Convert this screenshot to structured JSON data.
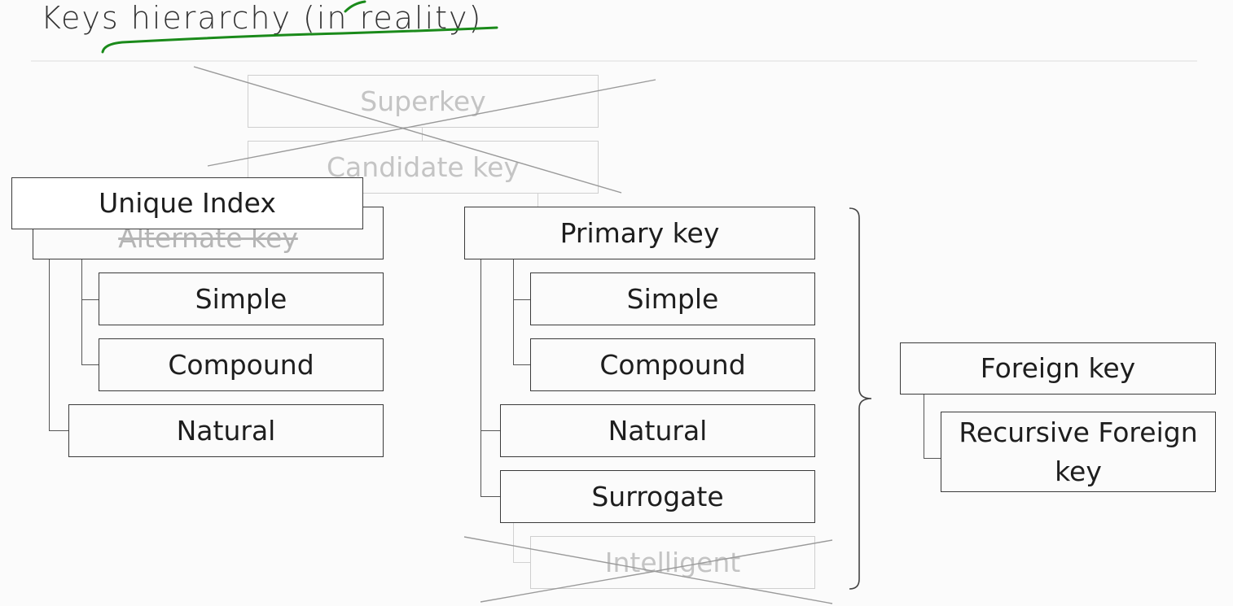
{
  "title": "Keys hierarchy (in reality)",
  "boxes": {
    "superkey": "Superkey",
    "candidate_key": "Candidate key",
    "unique_index": "Unique Index",
    "alternate_key": "Alternate key",
    "alt_simple": "Simple",
    "alt_compound": "Compound",
    "alt_natural": "Natural",
    "primary_key": "Primary key",
    "pk_simple": "Simple",
    "pk_compound": "Compound",
    "pk_natural": "Natural",
    "pk_surrogate": "Surrogate",
    "pk_intelligent": "Intelligent",
    "foreign_key": "Foreign key",
    "recursive_foreign_key": "Recursive Foreign key"
  },
  "colors": {
    "annotation_green": "#1a8a1a",
    "box_border": "#3a3a3a",
    "faded": "#c4c4c4"
  }
}
